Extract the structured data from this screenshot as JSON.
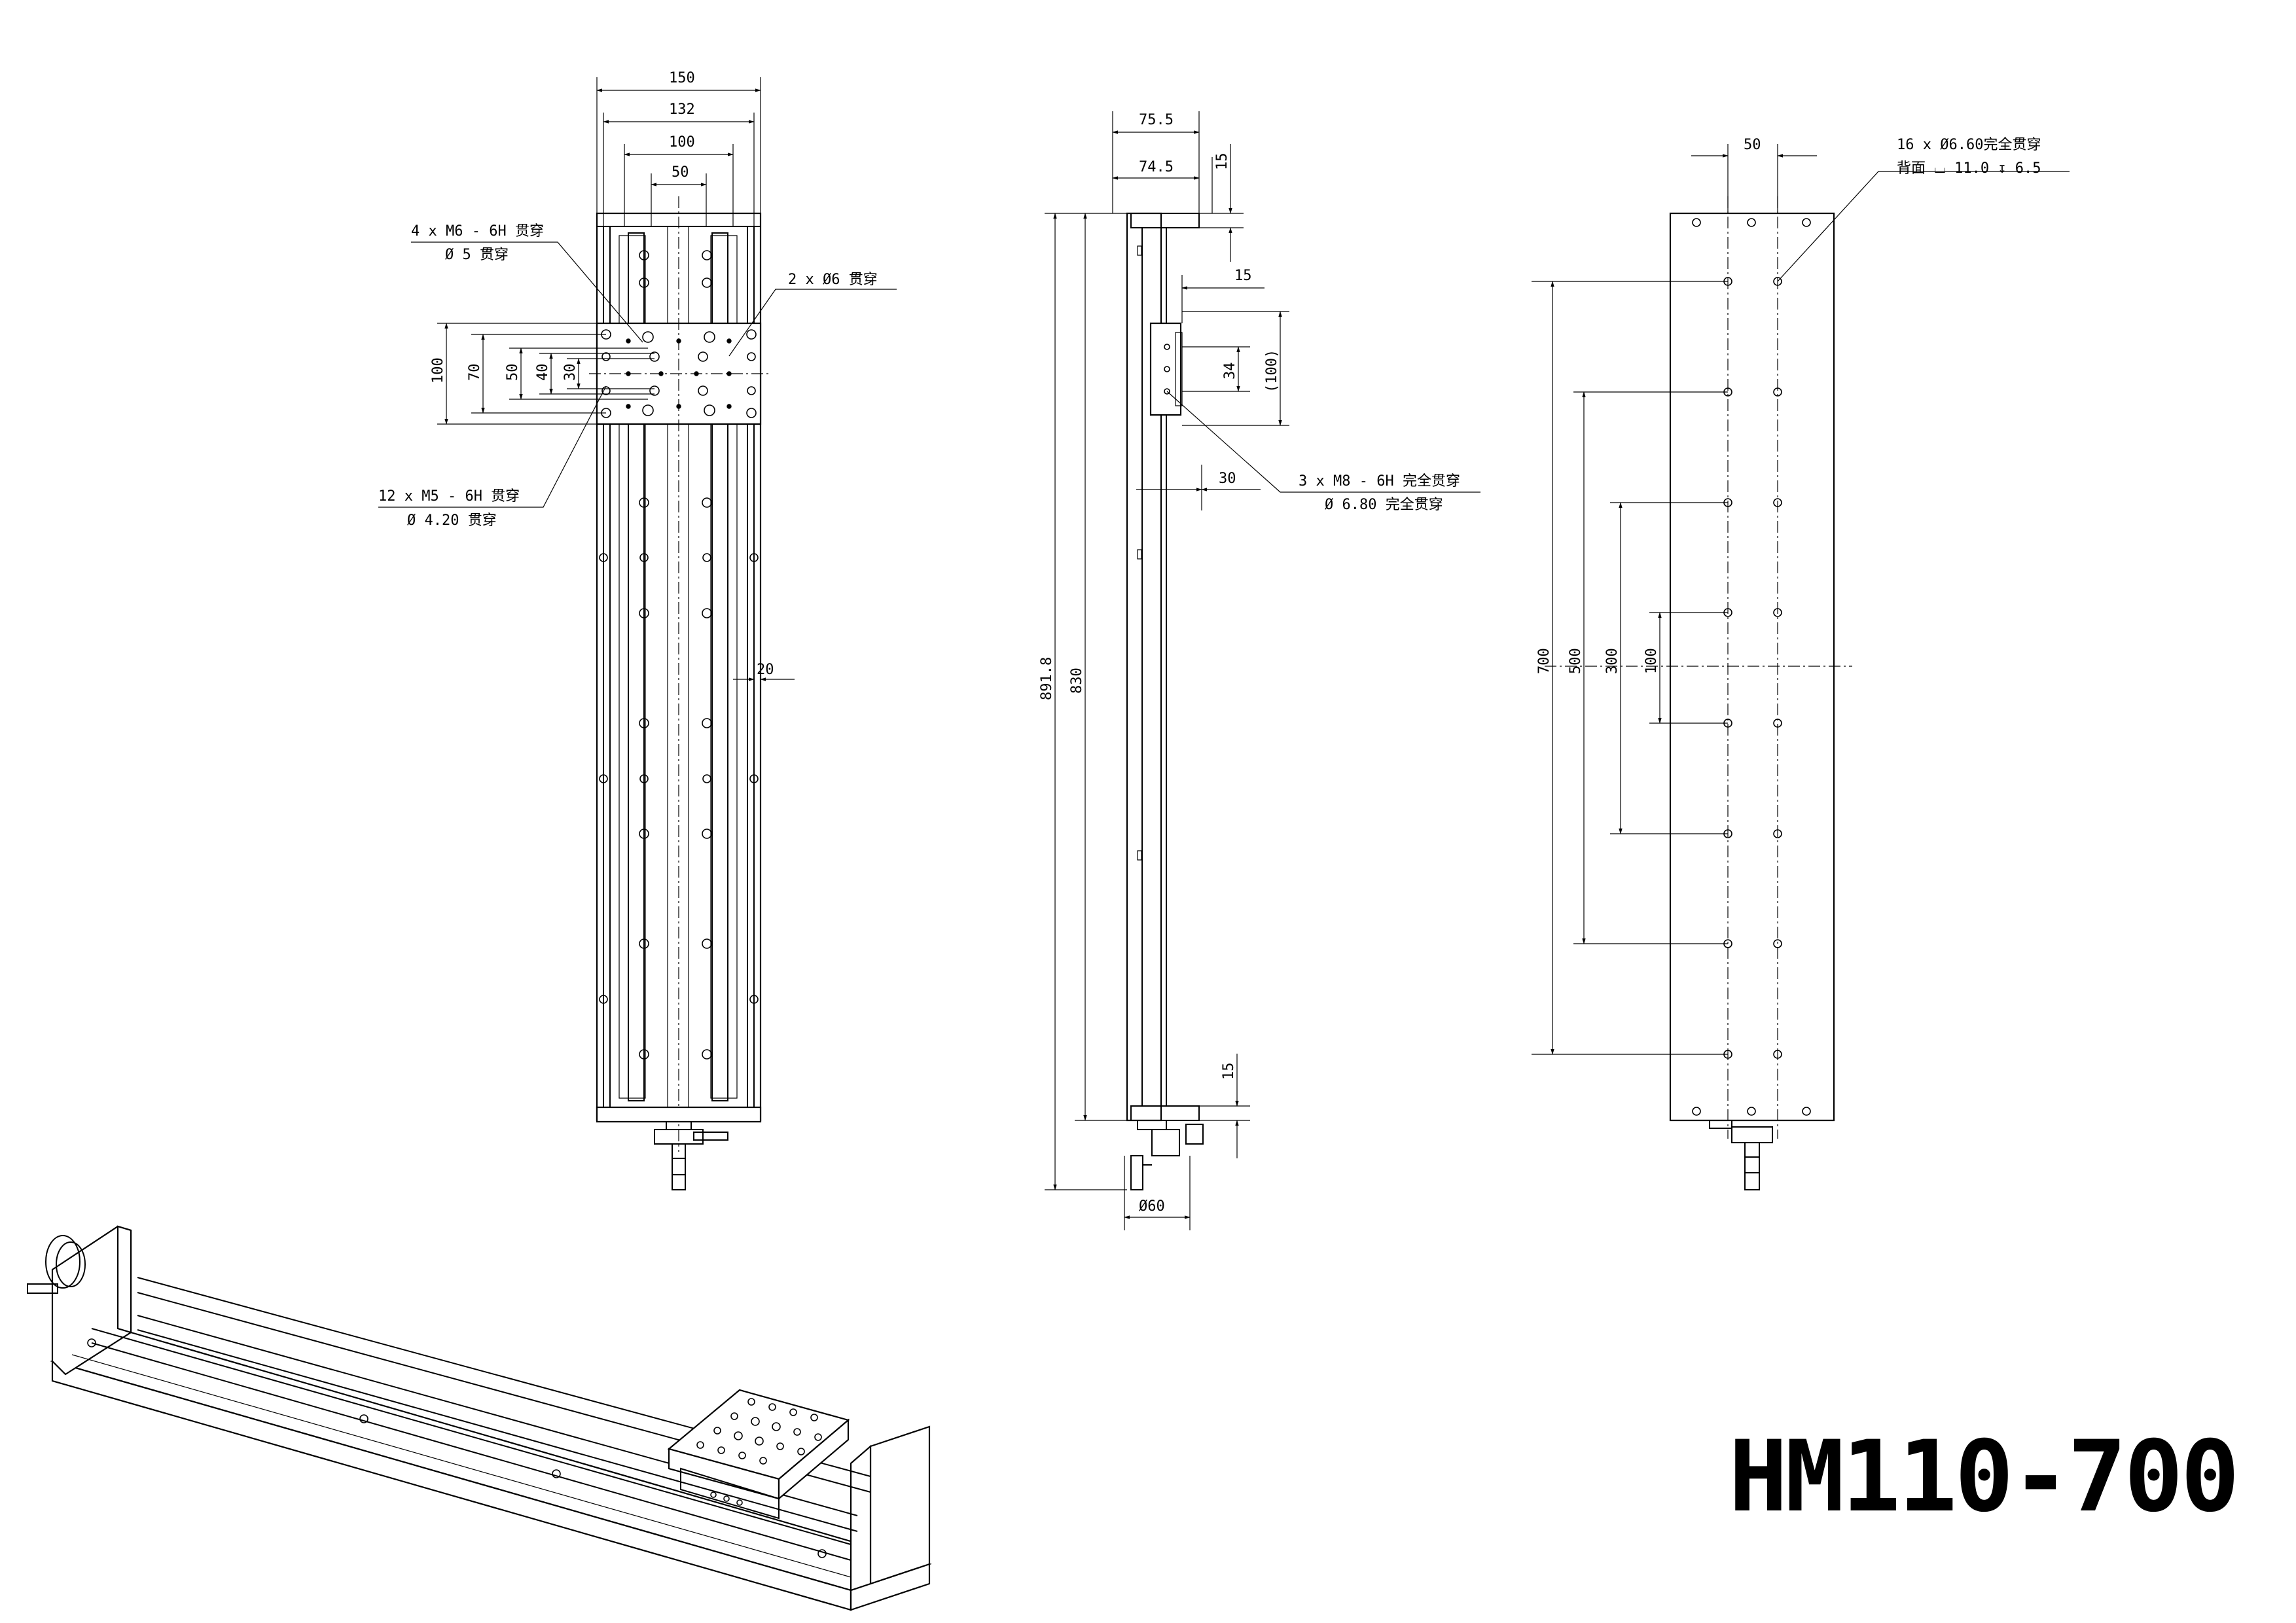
{
  "title": "HM110-700",
  "front_view": {
    "dims": {
      "w150": "150",
      "w132": "132",
      "w100": "100",
      "w50": "50",
      "h100": "100",
      "h70": "70",
      "h50": "50",
      "h40": "40",
      "h30": "30",
      "flat": "20"
    },
    "notes": {
      "m6_line1": "4 x  M6 - 6H 贯穿",
      "m6_line2": "Ø 5 贯穿",
      "d6": "2 x Ø6 贯穿",
      "m5_line1": "12 x  M5 - 6H 贯穿",
      "m5_line2": "Ø 4.20 贯穿"
    }
  },
  "side_view": {
    "dims": {
      "w755": "75.5",
      "w745": "74.5",
      "t15a": "15",
      "t15b": "15",
      "t15c": "15",
      "h34": "34",
      "h100": "(100)",
      "d30": "30",
      "len8918": "891.8",
      "len830": "830",
      "dia60": "Ø60"
    },
    "notes": {
      "m8_line1": "3 x  M8 - 6H 完全贯穿",
      "m8_line2": "Ø 6.80 完全贯穿"
    }
  },
  "back_view": {
    "dims": {
      "w50": "50",
      "h700": "700",
      "h500": "500",
      "h300": "300",
      "h100": "100"
    },
    "notes": {
      "holes_line1": "16 x Ø6.60完全贯穿",
      "holes_line2": "背面 ⌴ 11.0 ↧ 6.5"
    }
  }
}
